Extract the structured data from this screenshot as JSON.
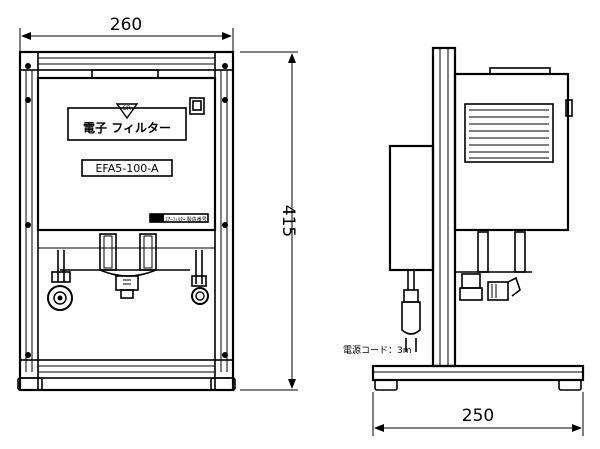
{
  "dimensions": {
    "front_width": "260",
    "front_height": "415",
    "side_depth": "250"
  },
  "front_panel": {
    "logo_top": "SR",
    "product_label": "電子 フィルター",
    "model_number": "EFA5-100-A",
    "small_plate": "ｴｱｰﾌｨﾙﾀｰ 製造番号"
  },
  "side_view": {
    "power_cord_note": "電源コード：3m"
  }
}
